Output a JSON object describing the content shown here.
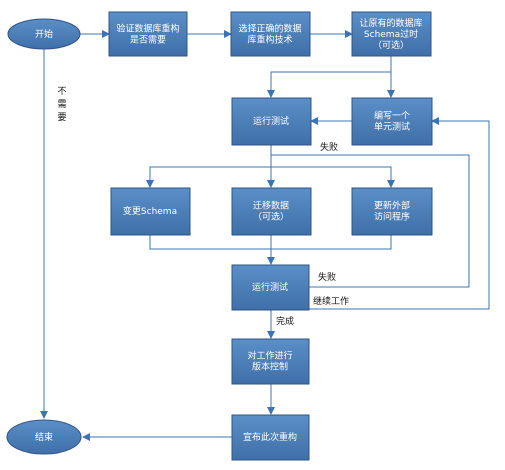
{
  "colors": {
    "node_fill_top": "#5b8fc7",
    "node_fill_bottom": "#3f6fa8",
    "node_stroke": "#2f5486",
    "edge": "#3b74b6",
    "text": "#ffffff",
    "label": "#111111"
  },
  "nodes": {
    "start": {
      "lines": [
        "开始"
      ]
    },
    "verify": {
      "lines": [
        "验证数据库重构",
        "是否需要"
      ]
    },
    "choose": {
      "lines": [
        "选择正确的数据",
        "库重构技术"
      ]
    },
    "deprecate": {
      "lines": [
        "让原有的数据库",
        "Schema过时",
        "（可选）"
      ]
    },
    "test1": {
      "lines": [
        "运行测试"
      ]
    },
    "write": {
      "lines": [
        "编写一个",
        "单元测试"
      ]
    },
    "change_schema": {
      "lines": [
        "变更Schema"
      ]
    },
    "migrate": {
      "lines": [
        "迁移数据",
        "（可选）"
      ]
    },
    "update_access": {
      "lines": [
        "更新外部",
        "访问程序"
      ]
    },
    "test2": {
      "lines": [
        "运行测试"
      ]
    },
    "version": {
      "lines": [
        "对工作进行",
        "版本控制"
      ]
    },
    "publish": {
      "lines": [
        "宣布此次重构"
      ]
    },
    "end": {
      "lines": [
        "结束"
      ]
    }
  },
  "edge_labels": {
    "not_needed": [
      "不",
      "需",
      "要"
    ],
    "fail1": "失败",
    "fail2": "失败",
    "continue": "继续工作",
    "done": "完成"
  }
}
